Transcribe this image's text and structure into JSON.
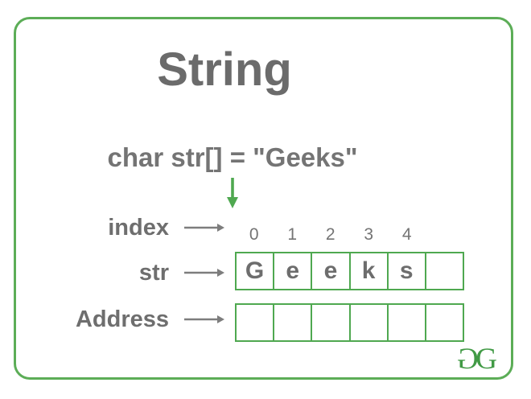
{
  "colors": {
    "green_border": "#5cad57",
    "green_box": "#4fa850",
    "green_arrow": "#4fa850",
    "green_logo": "#419a45",
    "gray_title": "#6b6b6b",
    "gray_text": "#747474",
    "gray_label": "#6e6e6e",
    "gray_letter": "#6d6d6d",
    "gray_arrow": "#7d7d7d"
  },
  "card": {
    "title": "String",
    "declaration": "char str[] = \"Geeks\"",
    "index_row": {
      "label": "index",
      "values": [
        "0",
        "1",
        "2",
        "3",
        "4",
        ""
      ]
    },
    "str_row": {
      "label": "str",
      "cells": [
        "G",
        "e",
        "e",
        "k",
        "s",
        ""
      ]
    },
    "address_row": {
      "label": "Address",
      "cells": [
        "",
        "",
        "",
        "",
        "",
        ""
      ]
    },
    "logo": {
      "left_glyph": "G",
      "right_glyph": "G"
    }
  }
}
